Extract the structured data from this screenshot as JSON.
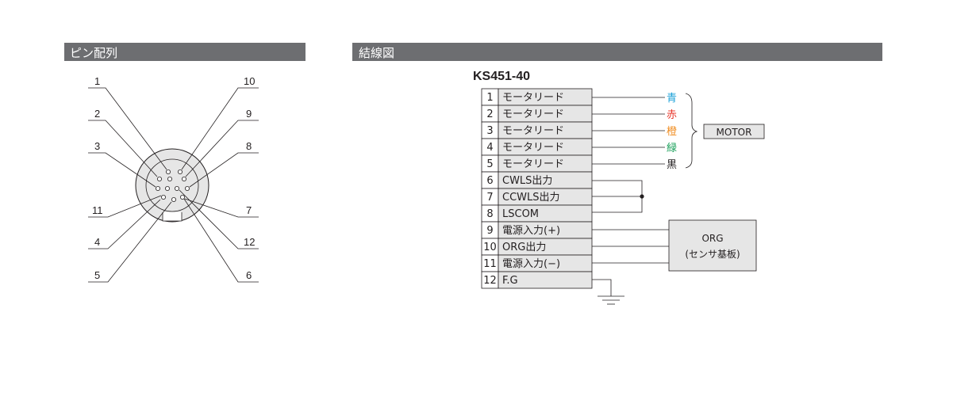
{
  "colors": {
    "header_bg": "#6d6e71",
    "header_text": "#ffffff",
    "box_fill": "#e6e6e6",
    "blue": "#1aa0d8",
    "red": "#e8382d",
    "orange": "#f08c1e",
    "green": "#1aa05a",
    "black": "#231f20"
  },
  "pin_section": {
    "header": "ピン配列",
    "left_labels": [
      "1",
      "2",
      "3",
      "11",
      "4",
      "5"
    ],
    "right_labels": [
      "10",
      "9",
      "8",
      "7",
      "12",
      "6"
    ]
  },
  "wiring_section": {
    "header": "結線図",
    "model": "KS451-40",
    "rows": [
      {
        "num": "1",
        "label": "モータリード",
        "color_label": "青",
        "color": "#1aa0d8"
      },
      {
        "num": "2",
        "label": "モータリード",
        "color_label": "赤",
        "color": "#e8382d"
      },
      {
        "num": "3",
        "label": "モータリード",
        "color_label": "橙",
        "color": "#f08c1e"
      },
      {
        "num": "4",
        "label": "モータリード",
        "color_label": "緑",
        "color": "#1aa05a"
      },
      {
        "num": "5",
        "label": "モータリード",
        "color_label": "黒",
        "color": "#231f20"
      },
      {
        "num": "6",
        "label": "CWLS出力"
      },
      {
        "num": "7",
        "label": "CCWLS出力"
      },
      {
        "num": "8",
        "label": "LSCOM"
      },
      {
        "num": "9",
        "label": "電源入力(+)"
      },
      {
        "num": "10",
        "label": "ORG出力"
      },
      {
        "num": "11",
        "label": "電源入力(−)"
      },
      {
        "num": "12",
        "label": "F.G"
      }
    ],
    "motor_box": "MOTOR",
    "org_box": {
      "line1": "ORG",
      "line2": "(センサ基板)"
    }
  }
}
